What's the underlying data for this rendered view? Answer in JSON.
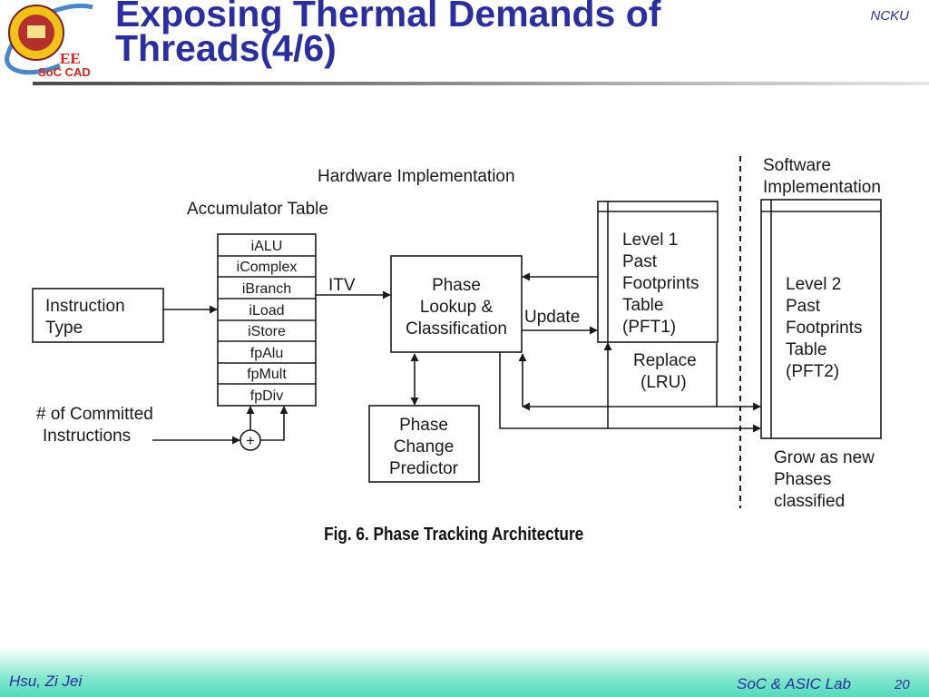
{
  "header": {
    "title_line1": "Exposing Thermal Demands of",
    "title_line2": "Threads(4/6)",
    "institution": "NCKU",
    "logo": {
      "mark": "EE",
      "text": "SoC CAD"
    }
  },
  "diagram": {
    "hardware_label": "Hardware Implementation",
    "software_label_line1": "Software",
    "software_label_line2": "Implementation",
    "accumulator_title": "Accumulator Table",
    "accumulator_cells": [
      "iALU",
      "iComplex",
      "iBranch",
      "iLoad",
      "iStore",
      "fpAlu",
      "fpMult",
      "fpDiv"
    ],
    "instruction_type": [
      "Instruction",
      "Type"
    ],
    "committed": [
      "# of Committed",
      "Instructions"
    ],
    "adder_symbol": "+",
    "itv_label": "ITV",
    "phase_lookup": [
      "Phase",
      "Lookup &",
      "Classification"
    ],
    "update_label": "Update",
    "pft1": [
      "Level 1",
      "Past",
      "Footprints",
      "Table",
      "(PFT1)"
    ],
    "replace": [
      "Replace",
      "(LRU)"
    ],
    "predictor": [
      "Phase",
      "Change",
      "Predictor"
    ],
    "pft2": [
      "Level 2",
      "Past",
      "Footprints",
      "Table",
      "(PFT2)"
    ],
    "grow": [
      "Grow as new",
      "Phases",
      "classified"
    ]
  },
  "caption": "Fig. 6. Phase Tracking Architecture",
  "footer": {
    "author": "Hsu, Zi Jei",
    "lab": "SoC & ASIC Lab",
    "page": "20"
  }
}
